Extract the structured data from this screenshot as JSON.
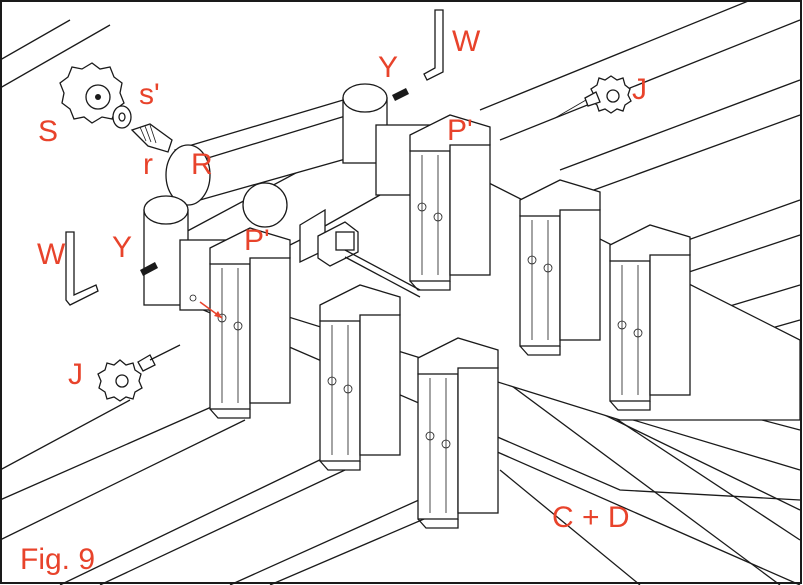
{
  "figure": {
    "caption": "Fig. 9",
    "accent_color": "#e8432b",
    "labels": {
      "W_top": "W",
      "Y_top": "Y",
      "J_right": "J",
      "s_prime": "s'",
      "S": "S",
      "r": "r",
      "R": "R",
      "P_prime_right": "P'",
      "P_prime_left": "P'",
      "W_left": "W",
      "Y_left": "Y",
      "J_left": "J",
      "C_plus_D": "C + D"
    },
    "parts": [
      {
        "id": "W",
        "icon": "hex-key-icon"
      },
      {
        "id": "Y",
        "icon": "set-screw-icon"
      },
      {
        "id": "J",
        "icon": "star-knob-icon"
      },
      {
        "id": "S",
        "icon": "star-knob-icon"
      },
      {
        "id": "s'",
        "icon": "washer-icon"
      },
      {
        "id": "r",
        "icon": "threaded-pin-icon"
      },
      {
        "id": "R",
        "icon": "roller-icon"
      },
      {
        "id": "P'",
        "icon": "bracket-icon"
      },
      {
        "id": "C + D",
        "icon": "rail-assembly-icon"
      }
    ]
  }
}
